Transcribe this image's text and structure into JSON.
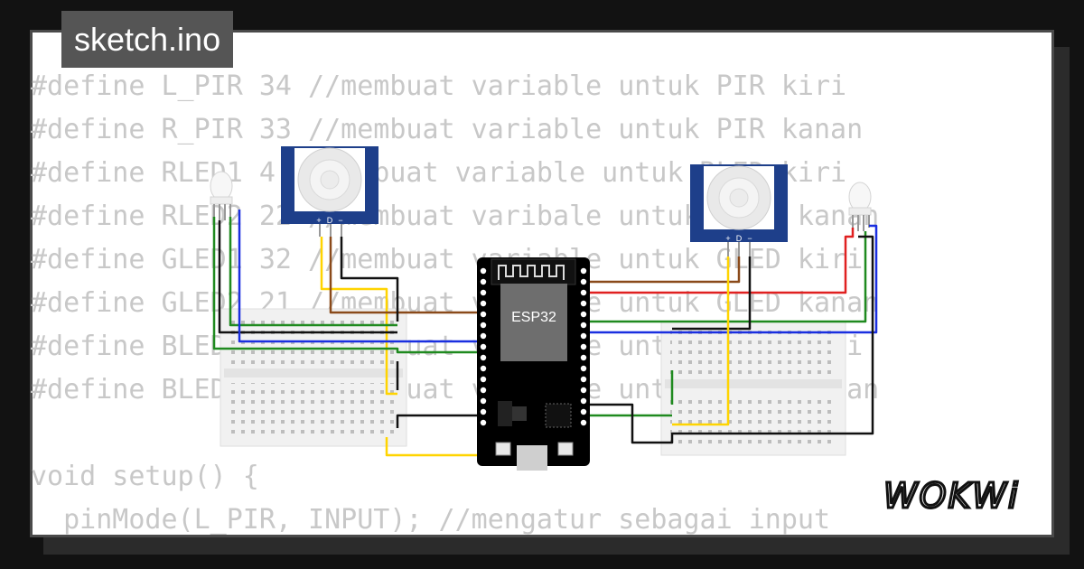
{
  "window": {
    "file_tab": "sketch.ino"
  },
  "code_lines": [
    "#define L_PIR 34 //membuat variable untuk PIR kiri",
    "#define R_PIR 33 //membuat variable untuk PIR kanan",
    "#define RLED1 4 //membuat variable untuk RLED kiri",
    "#define RLED2 22 //membuat varibale untuk RLED kanan",
    "#define GLED1 32 //membuat variable untuk GLED kiri",
    "#define GLED2 21 //membuat variable untuk GLED kanan",
    "#define BLED1 25 //membuat variable untuk BLED kiri",
    "#define BLED2 19 //membuat variable untuk BLED kanan",
    "",
    "void setup() {",
    "  pinMode(L_PIR, INPUT); //mengatur sebagai input"
  ],
  "board": {
    "label": "ESP32"
  },
  "pir_sensor": {
    "pin_labels": [
      "+",
      "D",
      "−"
    ]
  },
  "brand": {
    "logo_text": "WOKWi"
  },
  "colors": {
    "background": "#121212",
    "card": "#ffffff",
    "code_text": "#c8c8c8",
    "board": "#000000",
    "pir_frame": "#1e3f8a",
    "wire_red": "#e02020",
    "wire_green": "#1f8a1f",
    "wire_blue": "#1a2fe0",
    "wire_yellow": "#ffd400",
    "wire_brown": "#8a4a1a",
    "wire_black": "#111111"
  }
}
